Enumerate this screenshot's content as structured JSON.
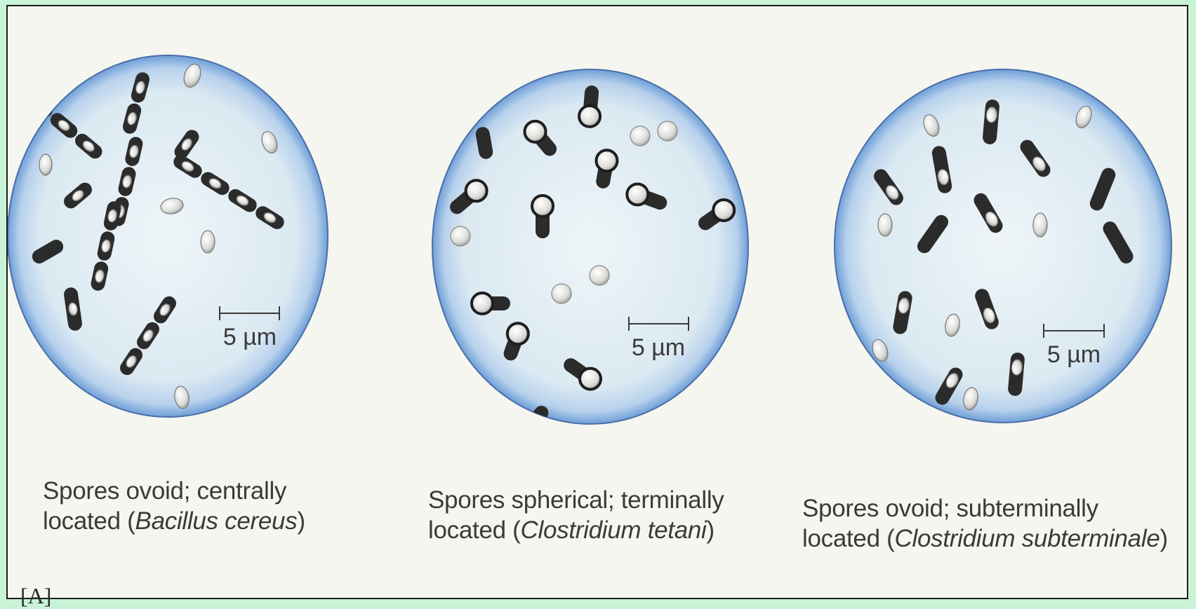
{
  "panels": [
    {
      "caption_line1": "Spores ovoid; centrally",
      "caption_prefix": "located (",
      "organism": "Bacillus cereus",
      "caption_suffix": ")",
      "scale_label": "5 µm"
    },
    {
      "caption_line1": "Spores spherical; terminally",
      "caption_prefix": "located (",
      "organism": "Clostridium tetani",
      "caption_suffix": ")",
      "scale_label": "5 µm"
    },
    {
      "caption_line1": "Spores ovoid; subterminally",
      "caption_prefix": "located (",
      "organism": "Clostridium subterminale",
      "caption_suffix": ")",
      "scale_label": "5 µm"
    }
  ],
  "panel_label": "[A]",
  "colors": {
    "field": "#dcebf2",
    "field_edge": "#6f9fd8",
    "rod": "#2b2b2b",
    "spore": "#e8e8e4",
    "background": "#c9f3d6"
  }
}
